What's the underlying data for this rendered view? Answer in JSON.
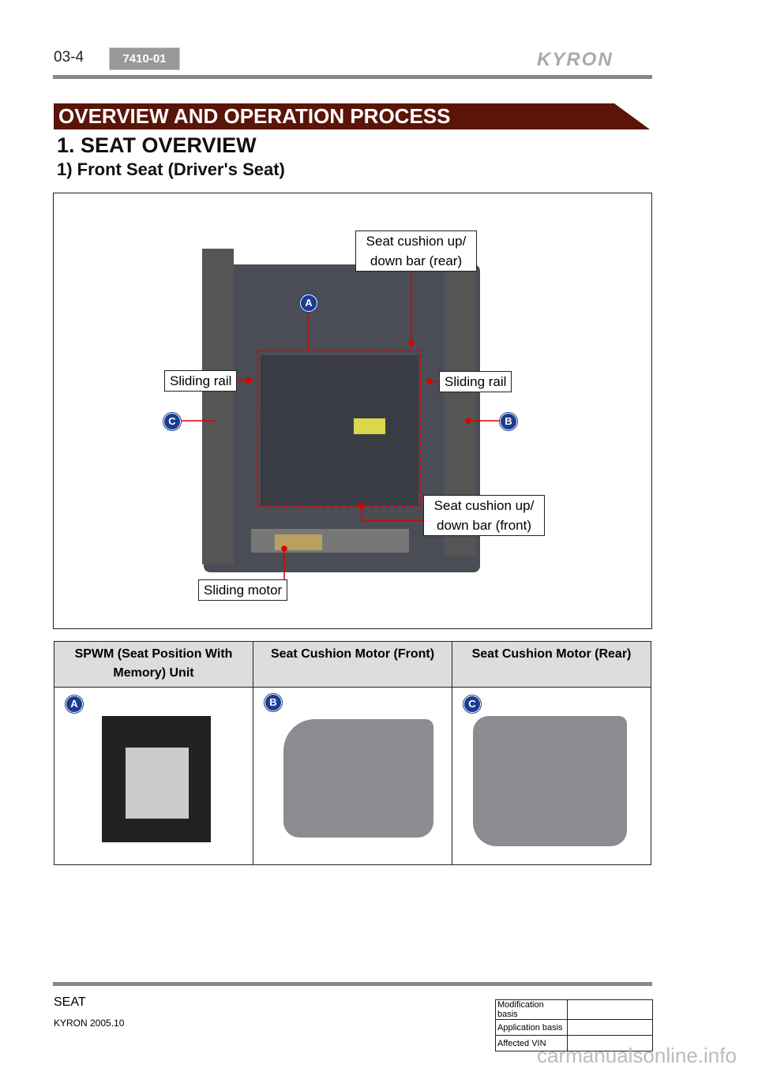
{
  "header": {
    "page_number": "03-4",
    "section_code": "7410-01",
    "brand_logo": "KYRON"
  },
  "banner": "OVERVIEW AND OPERATION PROCESS",
  "heading": "1. SEAT OVERVIEW",
  "subheading": "1) Front Seat (Driver's Seat)",
  "diagram": {
    "labels": {
      "cushion_rear": "Seat cushion up/ down bar (rear)",
      "rail_left": "Sliding rail",
      "rail_right": "Sliding rail",
      "cushion_front": "Seat cushion up/ down bar (front)",
      "motor": "Sliding motor"
    },
    "markers": {
      "a": "A",
      "b": "B",
      "c": "C"
    }
  },
  "table": {
    "headers": [
      "SPWM (Seat Position With Memory) Unit",
      "Seat Cushion Motor (Front)",
      "Seat Cushion Motor (Rear)"
    ],
    "markers": [
      "A",
      "B",
      "C"
    ]
  },
  "footer": {
    "section": "SEAT",
    "model": "KYRON 2005.10",
    "rows": [
      "Modification basis",
      "Application basis",
      "Affected VIN"
    ]
  },
  "watermark": "carmanualsonline.info"
}
